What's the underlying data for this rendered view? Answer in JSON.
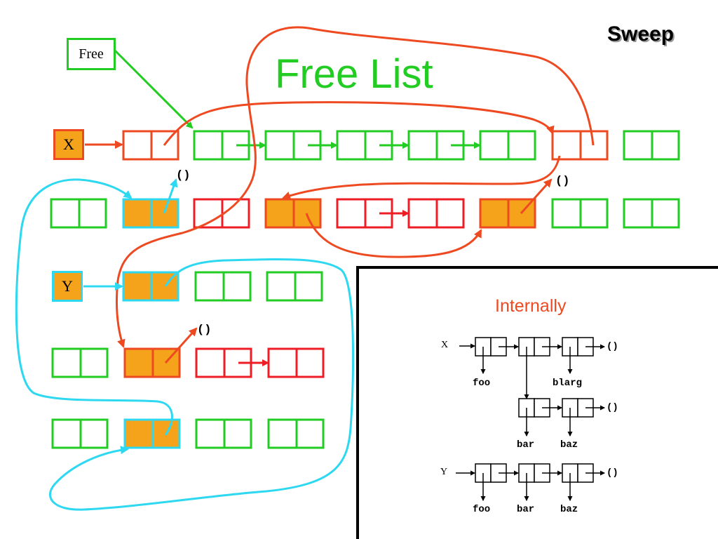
{
  "slide": {
    "title": "Sweep",
    "heading": "Free List",
    "free_label": "Free",
    "var_x": "X",
    "var_y": "Y",
    "nil_symbol": "()"
  },
  "inset": {
    "title": "Internally",
    "var_x": "X",
    "var_y": "Y",
    "nil_symbol": "()",
    "labels": {
      "x_car1": "foo",
      "x_car3": "blarg",
      "sub_car1": "bar",
      "sub_car2": "baz",
      "y_car1": "foo",
      "y_car2": "bar",
      "y_car3": "baz"
    }
  },
  "colors": {
    "free": "#22cc22",
    "garbage": "#ee1c24",
    "x_reachable": "#ee4a22",
    "y_reachable": "#2ed8f0",
    "cell_fill": "#f5a31b"
  },
  "legend_meaning": null
}
